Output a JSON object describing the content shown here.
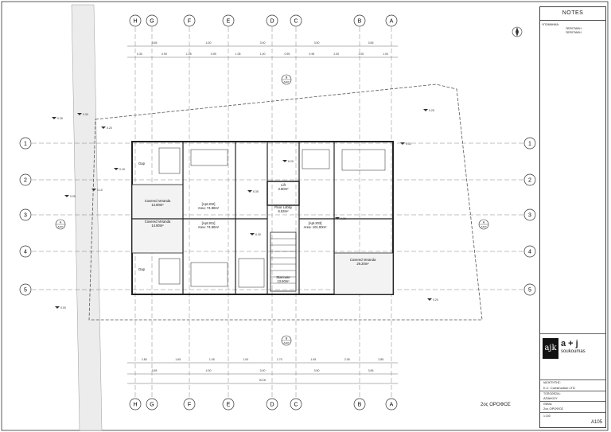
{
  "grid": {
    "columns": [
      "H",
      "G",
      "F",
      "E",
      "D",
      "C",
      "B",
      "A"
    ],
    "rows": [
      "1",
      "2",
      "3",
      "4",
      "5"
    ]
  },
  "dims": {
    "top1": [
      "3.65",
      "4.30",
      "3.00",
      "3.50",
      "3.65"
    ],
    "top2": [
      "0.30",
      "0.90",
      "1.05",
      "0.95",
      "1.05",
      "1.00",
      "0.95",
      "0.95",
      "2.00",
      "1.05",
      "1.00"
    ],
    "bottom1": [
      "2.80",
      "1.65",
      "1.05",
      "1.00",
      "1.70",
      "1.05",
      "2.05",
      "2.85"
    ],
    "bottom2": [
      "3.65",
      "4.30",
      "3.00",
      "3.50",
      "3.65"
    ],
    "overall": "20.00"
  },
  "rooms": [
    {
      "name": "Gap",
      "area": ""
    },
    {
      "name": "Covered Veranda",
      "area": "14.80m²"
    },
    {
      "name": "Covered Veranda",
      "area": "14.80m²"
    },
    {
      "name": "Gap",
      "area": ""
    },
    {
      "name": "[Apt.202]",
      "area": "Area: 74.90m²"
    },
    {
      "name": "[Apt.201]",
      "area": "Area: 74.50m²"
    },
    {
      "name": "Lift",
      "area": "3.50m²"
    },
    {
      "name": "Floor Lobby",
      "area": "6.53m²"
    },
    {
      "name": "[Apt.203]",
      "area": "Area: 101.00m²"
    },
    {
      "name": "Staircase",
      "area": "13.60m²"
    },
    {
      "name": "Covered Veranda",
      "area": "29.20m²"
    }
  ],
  "levels": [
    "0.30",
    "0.25",
    "0.20",
    "0.15",
    "0.10",
    "0.05",
    "0.00",
    "6.35",
    "6.30",
    "6.29",
    "0.36",
    "0.30",
    "0.25",
    "0.20"
  ],
  "section_markers": [
    {
      "id": "B",
      "sheet": "A107"
    },
    {
      "id": "A",
      "sheet": "A107"
    },
    {
      "id": "A",
      "sheet": "A107"
    },
    {
      "id": "B",
      "sheet": "A107"
    }
  ],
  "title_block": {
    "notes": "NOTES",
    "legend_label": "ΥΠΟΜΝΗΜΑ:",
    "legend_items": [
      "ΠΕΡΙΓΡΑΦΗ",
      "ΠΕΡΙΓΡΑΦΗ"
    ],
    "logo": "ajk",
    "brand": "a + j",
    "brand2": "soukoumas",
    "client_label": "ΙΔΙΟΚΤΗΤΗΣ:",
    "client": "K.C. Construction LTD",
    "location_label": "ΤΟΠΟΘΕΣΙΑ:",
    "location": "ΑΠΑΙΚΟΥ",
    "title_label": "ΘΕΜΑ:",
    "title": "2ος ΟΡΟΦΟΣ",
    "drawing_code": "A105",
    "scale": "1:100"
  },
  "sheet_title": "2ος ΟΡΟΦΟΣ",
  "colors": {
    "line": "#222222",
    "grid": "#555555",
    "hatch": "#999999"
  }
}
